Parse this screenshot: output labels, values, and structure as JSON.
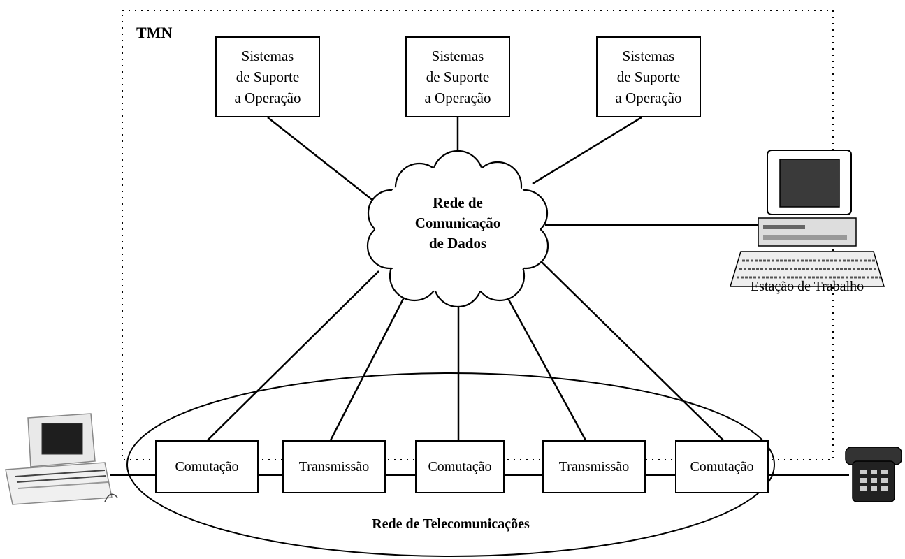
{
  "tmn_label": "TMN",
  "oss_boxes": [
    {
      "line1": "Sistemas",
      "line2": "de Suporte",
      "line3": "a Operação"
    },
    {
      "line1": "Sistemas",
      "line2": "de Suporte",
      "line3": "a Operação"
    },
    {
      "line1": "Sistemas",
      "line2": "de Suporte",
      "line3": "a Operação"
    }
  ],
  "cloud": {
    "line1": "Rede de",
    "line2": "Comunicação",
    "line3": "de Dados"
  },
  "workstation_label": "Estação de Trabalho",
  "network_elements": [
    "Comutação",
    "Transmissão",
    "Comutação",
    "Transmissão",
    "Comutação"
  ],
  "telecom_network_label": "Rede de Telecomunicações"
}
